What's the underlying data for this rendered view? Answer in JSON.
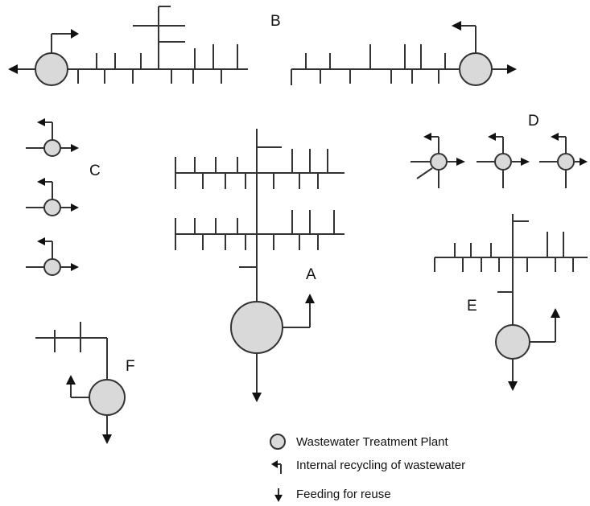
{
  "labels": {
    "a": "A",
    "b": "B",
    "c": "C",
    "d": "D",
    "e": "E",
    "f": "F"
  },
  "legend": {
    "plant": "Wastewater Treatment Plant",
    "recycling": "Internal recycling of wastewater",
    "reuse": "Feeding for reuse"
  },
  "colors": {
    "plant_fill": "#d9d9d9",
    "line": "#333333"
  }
}
